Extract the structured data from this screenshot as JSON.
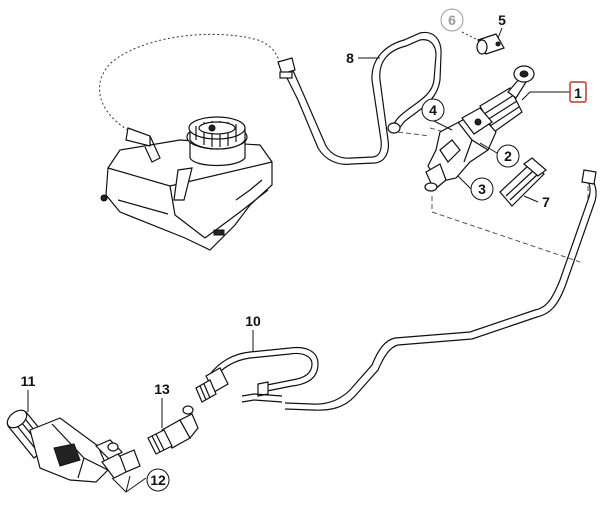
{
  "callouts": {
    "c1": "1",
    "c2": "2",
    "c3": "3",
    "c4": "4",
    "c5": "5",
    "c6": "6",
    "c7": "7",
    "c8": "8",
    "c10": "10",
    "c11": "11",
    "c12": "12",
    "c13": "13"
  },
  "colors": {
    "highlight_box": "#c0392b",
    "ghost_callout": "#9a9a9a",
    "line_art": "#111111"
  }
}
